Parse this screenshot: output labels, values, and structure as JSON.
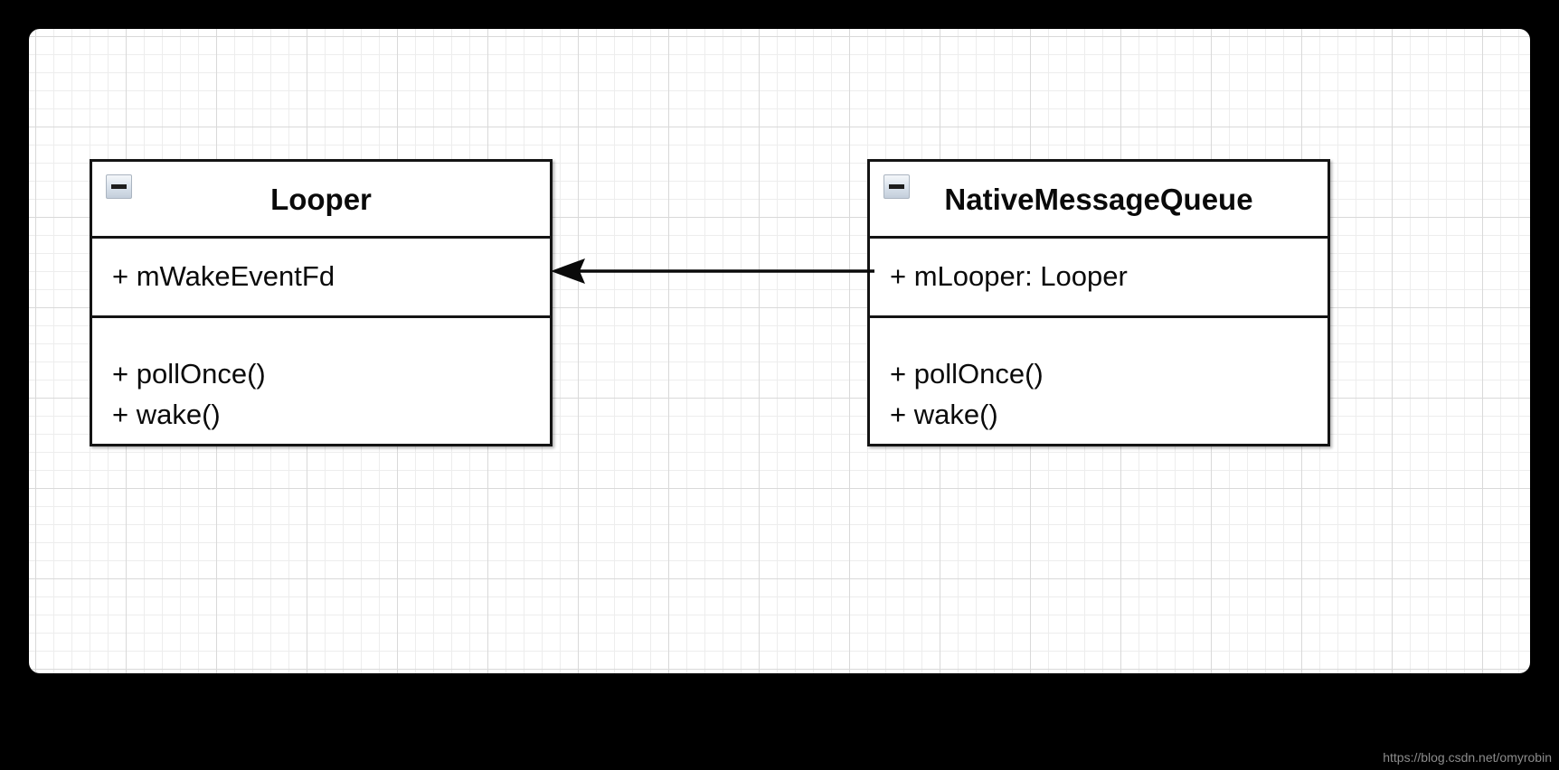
{
  "diagram": {
    "type": "uml-class-diagram",
    "background_color": "#000000",
    "canvas_color": "#ffffff",
    "grid": "on",
    "classes": [
      {
        "id": "looper",
        "name": "Looper",
        "collapse_icon": "minus-icon",
        "attributes": [
          "+ mWakeEventFd"
        ],
        "operations": [
          "+ pollOnce()",
          "+ wake()"
        ]
      },
      {
        "id": "native-message-queue",
        "name": "NativeMessageQueue",
        "collapse_icon": "minus-icon",
        "attributes": [
          "+ mLooper: Looper"
        ],
        "operations": [
          "+ pollOnce()",
          "+ wake()"
        ]
      }
    ],
    "relationships": [
      {
        "from": "native-message-queue",
        "to": "looper",
        "style": "solid-line",
        "arrowhead": "filled-triangle",
        "direction": "right-to-left",
        "label": ""
      }
    ]
  },
  "watermark": {
    "text": "https://blog.csdn.net/omyrobin",
    "color": "#8c8c8c"
  }
}
